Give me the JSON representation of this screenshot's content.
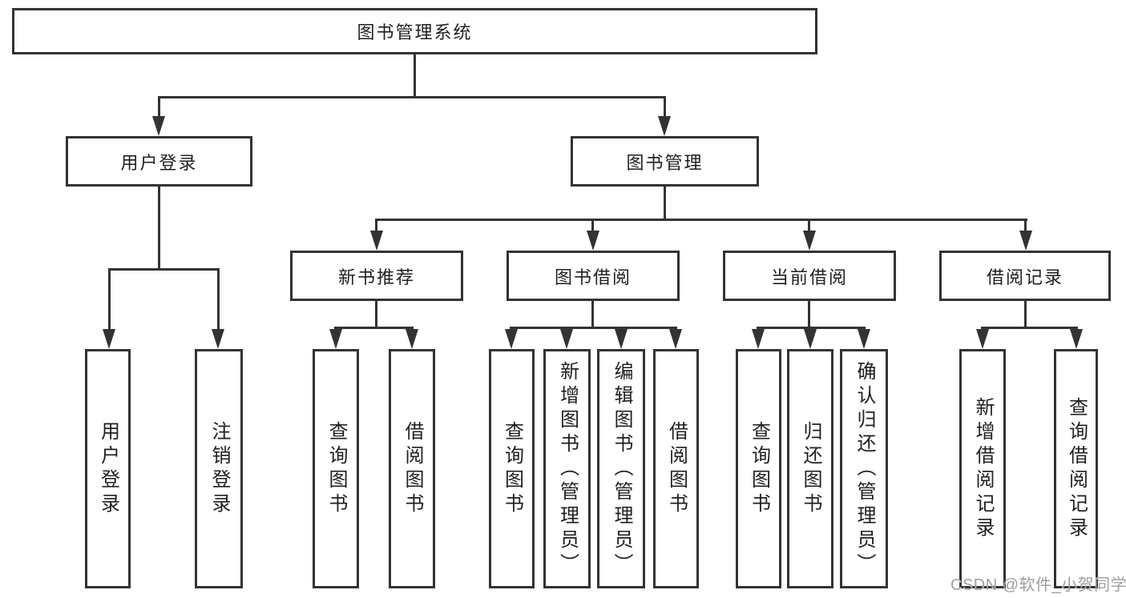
{
  "page": {
    "background": "#ffffff",
    "line_color": "#333333",
    "text_color": "#1f1f1f",
    "watermark": "CSDN @软件_小贺同学",
    "watermark_color": "#9e9e9e"
  },
  "tree": {
    "root": {
      "label": "图书管理系统"
    },
    "login": {
      "label": "用户登录",
      "leaves": [
        "用户登录",
        "注销登录"
      ]
    },
    "manage": {
      "label": "图书管理",
      "groups": [
        {
          "label": "新书推荐",
          "leaves": [
            "查询图书",
            "借阅图书"
          ]
        },
        {
          "label": "图书借阅",
          "leaves": [
            "查询图书",
            "新增图书（管理员）",
            "编辑图书（管理员）",
            "借阅图书"
          ]
        },
        {
          "label": "当前借阅",
          "leaves": [
            "查询图书",
            "归还图书",
            "确认归还（管理员）"
          ]
        },
        {
          "label": "借阅记录",
          "leaves": [
            "新增借阅记录",
            "查询借阅记录"
          ]
        }
      ]
    }
  }
}
